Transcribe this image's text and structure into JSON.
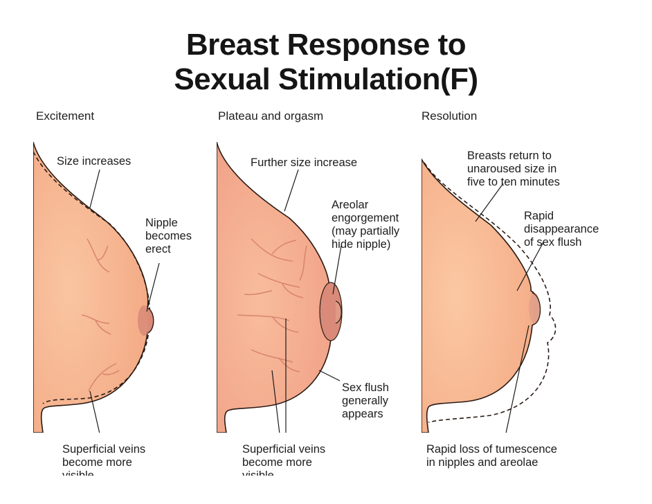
{
  "title": {
    "line1": "Breast Response to",
    "line2": "Sexual Stimulation(F)"
  },
  "stages": {
    "excitement": "Excitement",
    "plateau": "Plateau and orgasm",
    "resolution": "Resolution"
  },
  "labels": {
    "size_increases": "Size increases",
    "nipple_erect": [
      "Nipple",
      "becomes",
      "erect"
    ],
    "veins_1": [
      "Superficial veins",
      "become more",
      "visible"
    ],
    "further_size": "Further size increase",
    "areolar": [
      "Areolar",
      "engorgement",
      "(may partially",
      "hide nipple)"
    ],
    "sex_flush": [
      "Sex flush",
      "generally",
      "appears"
    ],
    "veins_2": [
      "Superficial veins",
      "become more",
      "visible"
    ],
    "breasts_return": [
      "Breasts return to",
      "unaroused size in",
      "five to ten minutes"
    ],
    "rapid_disappearance": [
      "Rapid",
      "disappearance",
      "of sex flush"
    ],
    "rapid_loss": [
      "Rapid loss of tumescence",
      "in nipples and areolae"
    ]
  },
  "colors": {
    "skin": "#f6b48e",
    "skin_flushed": "#f2a48a",
    "areola": "#d98a78",
    "vein": "#d8836f",
    "outline": "#2a1a14"
  }
}
